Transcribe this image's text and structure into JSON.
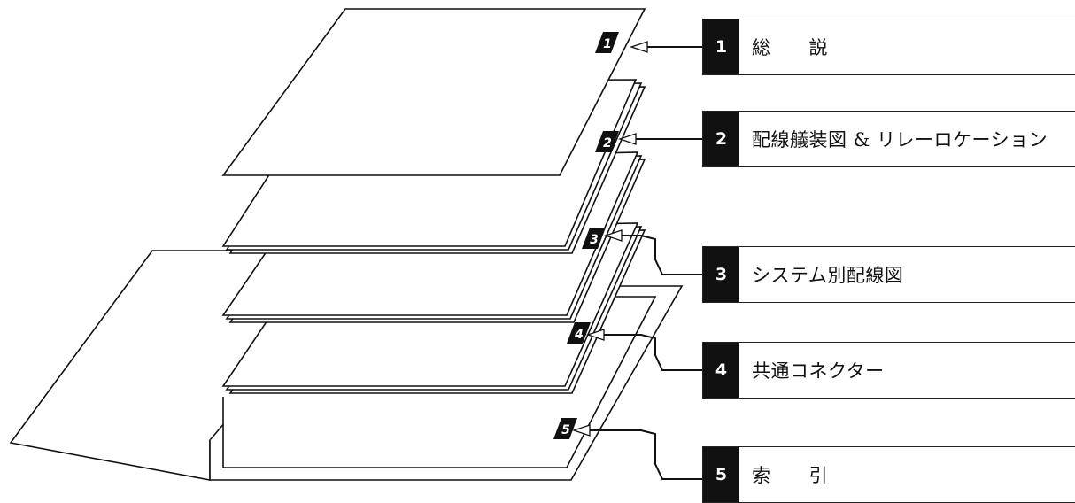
{
  "sections": [
    {
      "number": "1",
      "title": "総　　説"
    },
    {
      "number": "2",
      "title": "配線艤装図 & リレーロケーション"
    },
    {
      "number": "3",
      "title": "システム別配線図"
    },
    {
      "number": "4",
      "title": "共通コネクター"
    },
    {
      "number": "5",
      "title": "索　　引"
    }
  ],
  "tabs": [
    "1",
    "2",
    "3",
    "4",
    "5"
  ]
}
